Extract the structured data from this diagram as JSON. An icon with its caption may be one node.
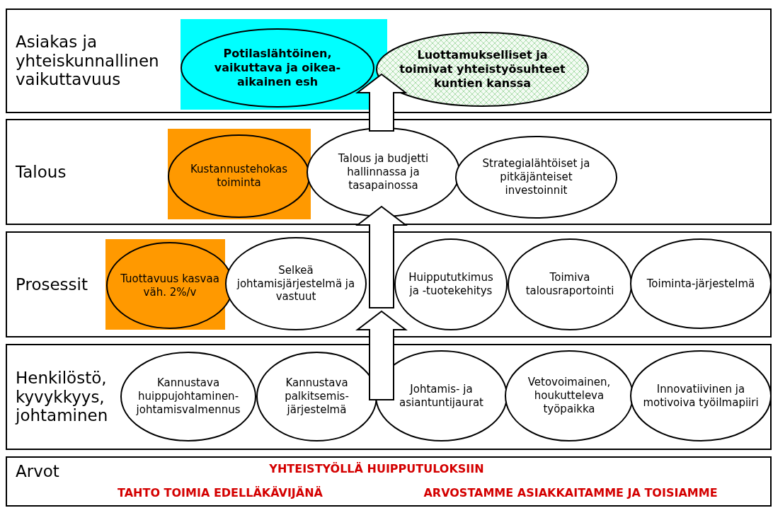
{
  "diagram": {
    "nodes": [
      {
        "text": [
          "Asiakas ja yhteiskunnallinen vaikuttavuus"
        ]
      },
      {
        "text": [
          "Potilaslähtöinen, vaikuttava ja oikea-aikainen esh"
        ],
        "in": 0
      },
      {
        "text": [
          "Luottamukselliset ja toimivat yhteistyösuhteet kuntien kanssa"
        ],
        "in": 0
      },
      {
        "text": [
          "Talous"
        ]
      },
      {
        "text": [
          "Kustannustehokas toiminta"
        ],
        "in": 3
      },
      {
        "text": [
          "Talous ja budjetti hallinnassa ja tasapainossa"
        ],
        "in": 3
      },
      {
        "text": [
          "Strategialähtöiset ja pitkäjänteiset investoinnit"
        ],
        "in": 3
      },
      {
        "text": [
          "Prosessit"
        ]
      },
      {
        "text": [
          "Tuottavuus kasvaa väh. 2%/v"
        ],
        "in": 7
      },
      {
        "text": [
          "Selkeä johtamisjärjestelmä ja vastuut"
        ],
        "in": 7
      },
      {
        "text": [
          "Huippututkimus ja -tuotekehitys"
        ],
        "in": 7
      },
      {
        "text": [
          "Toimiva talousraportointi"
        ],
        "in": 7
      },
      {
        "text": [
          "Toiminta-järjestelmä"
        ],
        "in": 7
      },
      {
        "text": [
          "Henkilöstö, kyvykkyys, johtaminen"
        ]
      },
      {
        "text": [
          "Kannustava huippujohtaminen-johtamisvalmennus"
        ],
        "in": 13
      },
      {
        "text": [
          "Kannustava palkitsemis-järjestelmä"
        ],
        "in": 13
      },
      {
        "text": [
          "Johtamis- ja asiantuntijaurat"
        ],
        "in": 13
      },
      {
        "text": [
          "Vetovoimainen, houkutteleva työpaikka"
        ],
        "in": 13
      },
      {
        "text": [
          "Innovatiivinen ja motivoiva työilmapiiri"
        ],
        "in": 13
      },
      {
        "text": [
          "Arvot",
          "YHTEISTYÖLLÄ HUIPPUTULOKSIIN",
          "TAHTO TOIMIA EDELLÄKÄVIJÄNÄ",
          "ARVOSTAMME ASIAKKAITAMME JA TOISIAMME"
        ]
      }
    ],
    "edges": [
      {
        "from": 13,
        "to": 7,
        "arrow": "to",
        "style": "thick"
      },
      {
        "from": 7,
        "to": 3,
        "arrow": "to",
        "style": "thick"
      },
      {
        "from": 3,
        "to": 0,
        "arrow": "to",
        "style": "thick"
      }
    ]
  }
}
